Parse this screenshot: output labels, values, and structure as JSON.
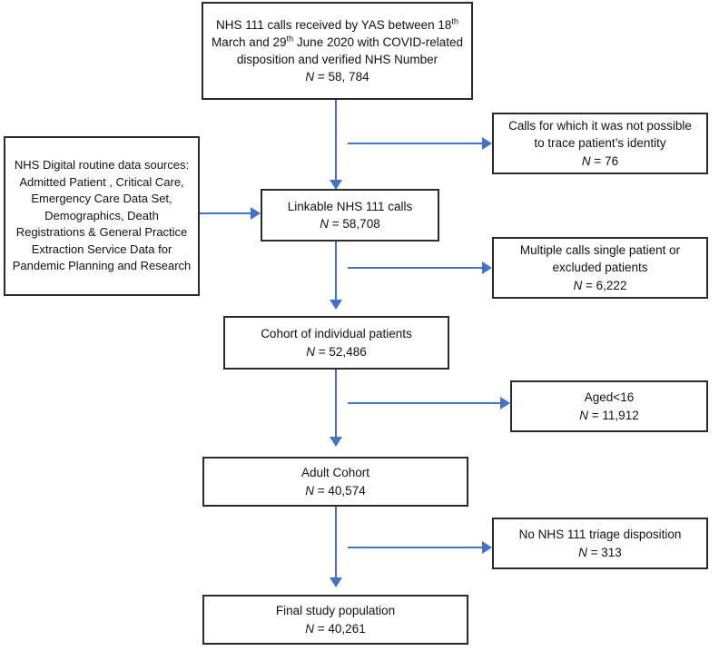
{
  "diagram": {
    "title": "NHS 111 COVID-related calls study flow diagram",
    "accent_color": "#4472C4",
    "box_border_color": "#2B2B2B",
    "background_color": "#FFFFFF",
    "nodes": {
      "source_calls": {
        "label_line1": "NHS 111 calls received by YAS between 18",
        "label_sup1": "th",
        "label_line2a": "March and 29",
        "label_sup2": "th",
        "label_line2b": " June 2020 with COVID-related",
        "label_line3": "disposition and verified NHS Number",
        "n_prefix": "N",
        "n_value": " = 58, 784"
      },
      "nhs_digital_sources": {
        "label": "NHS Digital routine data sources: Admitted Patient , Critical Care, Emergency Care Data Set, Demographics, Death Registrations & General Practice Extraction Service Data for Pandemic Planning and Research"
      },
      "untraceable_calls": {
        "label_line1": "Calls for which it was not possible",
        "label_line2": "to trace patient’s identity",
        "n_prefix": "N",
        "n_value": " = 76"
      },
      "linkable_calls": {
        "label": "Linkable NHS 111 calls",
        "n_prefix": "N",
        "n_value": " = 58,708"
      },
      "multiple_calls_excluded": {
        "label_line1": "Multiple calls single patient or",
        "label_line2": "excluded patients",
        "n_prefix": "N",
        "n_value": " = 6,222"
      },
      "individual_cohort": {
        "label": "Cohort of individual patients",
        "n_prefix": "N",
        "n_value": " = 52,486"
      },
      "aged_under_16": {
        "label": "Aged<16",
        "n_prefix": "N",
        "n_value": " = 11,912"
      },
      "adult_cohort": {
        "label": "Adult Cohort",
        "n_prefix": "N",
        "n_value": " = 40,574"
      },
      "no_triage_disposition": {
        "label": "No NHS 111 triage disposition",
        "n_prefix": "N",
        "n_value": " = 313"
      },
      "final_population": {
        "label": "Final study population",
        "n_prefix": "N",
        "n_value": " = 40,261"
      }
    }
  }
}
